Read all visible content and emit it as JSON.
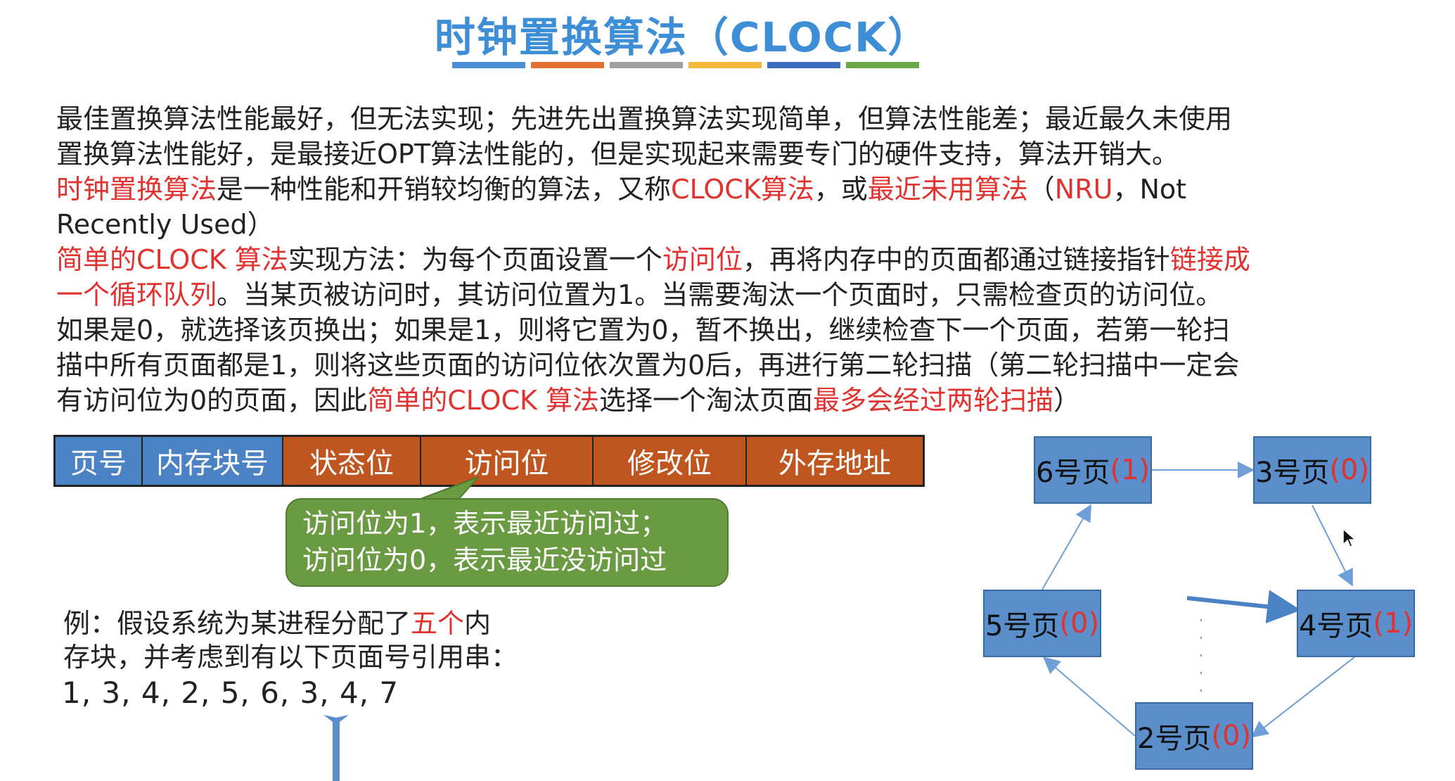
{
  "title": "时钟置换算法（CLOCK）",
  "title_bar_colors": [
    "#4a8fd6",
    "#e27030",
    "#a0a0a0",
    "#f3b73a",
    "#3b6cc0",
    "#6aa846"
  ],
  "paragraph1": {
    "line1": "最佳置换算法性能最好，但无法实现；先进先出置换算法实现简单，但算法性能差；最近最久未使用",
    "line2": "置换算法性能好，是最接近OPT算法性能的，但是实现起来需要专门的硬件支持，算法开销大。"
  },
  "paragraph2": {
    "s1": "时钟置换算法",
    "s2": "是一种性能和开销较均衡的算法，又称",
    "s3": "CLOCK算法",
    "s4": "，或",
    "s5": "最近未用算法",
    "s6": "（",
    "s7": "NRU",
    "s8": "，Not",
    "s9": "Recently Used）"
  },
  "paragraph3": {
    "s1": "简单的CLOCK 算法",
    "s2": "实现方法：为每个页面设置一个",
    "s3": "访问位",
    "s4": "，再将内存中的页面都通过链接指针",
    "s5": "链接成",
    "s6": "一个循环队列",
    "s7": "。当某页被访问时，其访问位置为1。当需要淘汰一个页面时，只需检查页的访问位。",
    "s8": "如果是0，就选择该页换出；如果是1，则将它置为0，暂不换出，继续检查下一个页面，若第一轮扫",
    "s9": "描中所有页面都是1，则将这些页面的访问位依次置为0后，再进行第二轮扫描（第二轮扫描中一定会",
    "s10": "有访问位为0的页面，因此",
    "s11": "简单的CLOCK 算法",
    "s12": "选择一个淘汰页面",
    "s13": "最多会经过两轮扫描",
    "s14": "）"
  },
  "table_headers": [
    "页号",
    "内存块号",
    "状态位",
    "访问位",
    "修改位",
    "外存地址"
  ],
  "callout": {
    "line1": "访问位为1，表示最近访问过；",
    "line2": "访问位为0，表示最近没访问过"
  },
  "example": {
    "prefix": "例：假设系统为某进程分配了",
    "highlight": "五个",
    "suffix": "内",
    "line2": "存块，并考虑到有以下页面号引用串：",
    "ref_string": "1, 3, 4, 2, 5, 6, 3, 4, 7"
  },
  "pages": {
    "p6": {
      "label": "6号页",
      "bit": "(1)"
    },
    "p3": {
      "label": "3号页",
      "bit": "(0)"
    },
    "p4": {
      "label": "4号页",
      "bit": "(1)"
    },
    "p2": {
      "label": "2号页",
      "bit": "(0)"
    },
    "p5": {
      "label": "5号页",
      "bit": "(0)"
    }
  }
}
